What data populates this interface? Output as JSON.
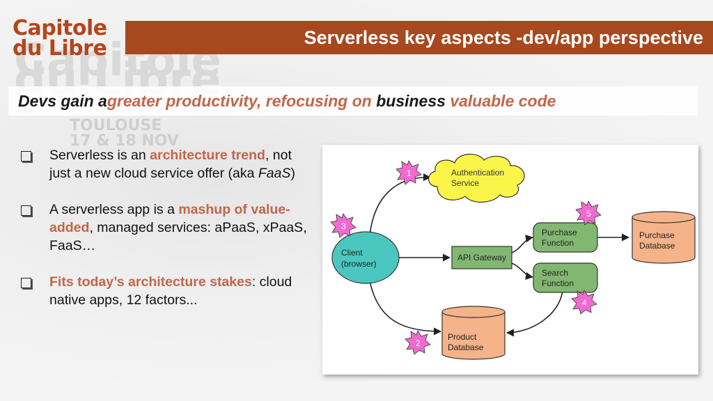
{
  "header": {
    "logo_line1": "Capitole",
    "logo_line2": "du Libre",
    "title": "Serverless key aspects -dev/app perspective"
  },
  "subtitle": {
    "part1": "Devs gain a ",
    "part2": "greater productivity, refocusing on",
    "part3": " business ",
    "part4": "valuable code"
  },
  "bullets": [
    {
      "pre": "Serverless is an ",
      "hl": "architecture trend",
      "post": ", not just a new cloud service offer (aka ",
      "em": "FaaS",
      "end": ")"
    },
    {
      "pre": "A serverless app is a ",
      "hl": "mashup of value-added",
      "post": ", managed services: aPaaS, xPaaS, FaaS…",
      "em": "",
      "end": ""
    },
    {
      "pre": "",
      "hl": "Fits today’s architecture stakes",
      "post": ": cloud native apps, 12 factors...",
      "em": "",
      "end": ""
    }
  ],
  "diagram": {
    "auth_line1": "Authentication",
    "auth_line2": "Service",
    "client_line1": "Client",
    "client_line2": "(browser)",
    "api_gateway": "API Gateway",
    "purchase_fn_line1": "Purchase",
    "purchase_fn_line2": "Function",
    "search_fn_line1": "Search",
    "search_fn_line2": "Function",
    "purchase_db_line1": "Purchase",
    "purchase_db_line2": "Database",
    "product_db_line1": "Product",
    "product_db_line2": "Database",
    "badges": [
      "1",
      "2",
      "3",
      "4",
      "5"
    ],
    "colors": {
      "badge": "#f06bd0",
      "cloud": "#fbf54a",
      "client": "#4cc7c0",
      "function": "#82b772",
      "database": "#f5b38a"
    }
  },
  "background": {
    "ghost_text1": "Capitole",
    "ghost_text2": "du Libre",
    "ghost_text3": "TOULOUSE",
    "ghost_text4": "17 & 18 NOV"
  }
}
